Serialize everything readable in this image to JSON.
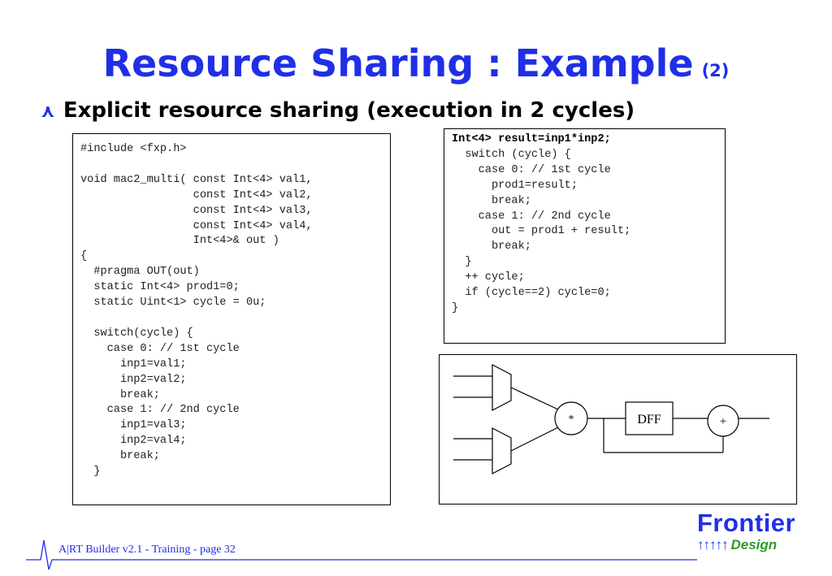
{
  "slide": {
    "title": "Resource Sharing : Example",
    "title_suffix": "(2)",
    "bullet_mark": "⋏",
    "bullet": "Explicit resource sharing (execution in 2 cycles)"
  },
  "code_left": "#include <fxp.h>\n\nvoid mac2_multi( const Int<4> val1,\n                 const Int<4> val2,\n                 const Int<4> val3,\n                 const Int<4> val4,\n                 Int<4>& out )\n{\n  #pragma OUT(out)\n  static Int<4> prod1=0;\n  static Uint<1> cycle = 0u;\n\n  switch(cycle) {\n    case 0: // 1st cycle\n      inp1=val1;\n      inp2=val2;\n      break;\n    case 1: // 2nd cycle\n      inp1=val3;\n      inp2=val4;\n      break;\n  }",
  "code_right": {
    "first_line": "Int<4> result=inp1*inp2;",
    "rest": "\n  switch (cycle) {\n    case 0: // 1st cycle\n      prod1=result;\n      break;\n    case 1: // 2nd cycle\n      out = prod1 + result;\n      break;\n  }\n  ++ cycle;\n  if (cycle==2) cycle=0;\n}"
  },
  "diagram": {
    "multiplier_label": "*",
    "register_label": "DFF",
    "adder_label": "+"
  },
  "footer": {
    "text": "A|RT Builder v2.1 -  Training  - page 32"
  },
  "logo": {
    "name": "Frontier",
    "arrows": "↑↑↑↑↑",
    "design": "Design"
  },
  "colors": {
    "title_blue": "#1f2fe8",
    "logo_green": "#2a9a2a"
  }
}
